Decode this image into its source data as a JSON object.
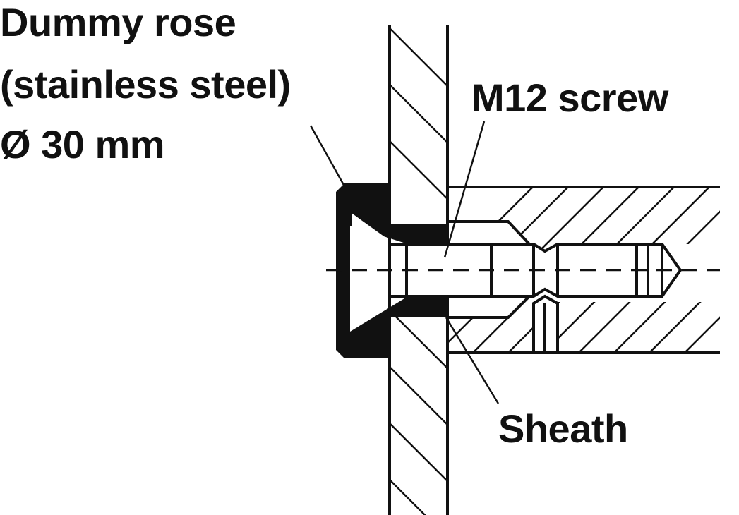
{
  "labels": {
    "rose_line1": "Dummy rose",
    "rose_line2": "(stainless steel)",
    "rose_line3": "Ø 30 mm",
    "screw": "M12 screw",
    "sheath": "Sheath"
  },
  "colors": {
    "ink": "#111111",
    "background": "#ffffff"
  }
}
